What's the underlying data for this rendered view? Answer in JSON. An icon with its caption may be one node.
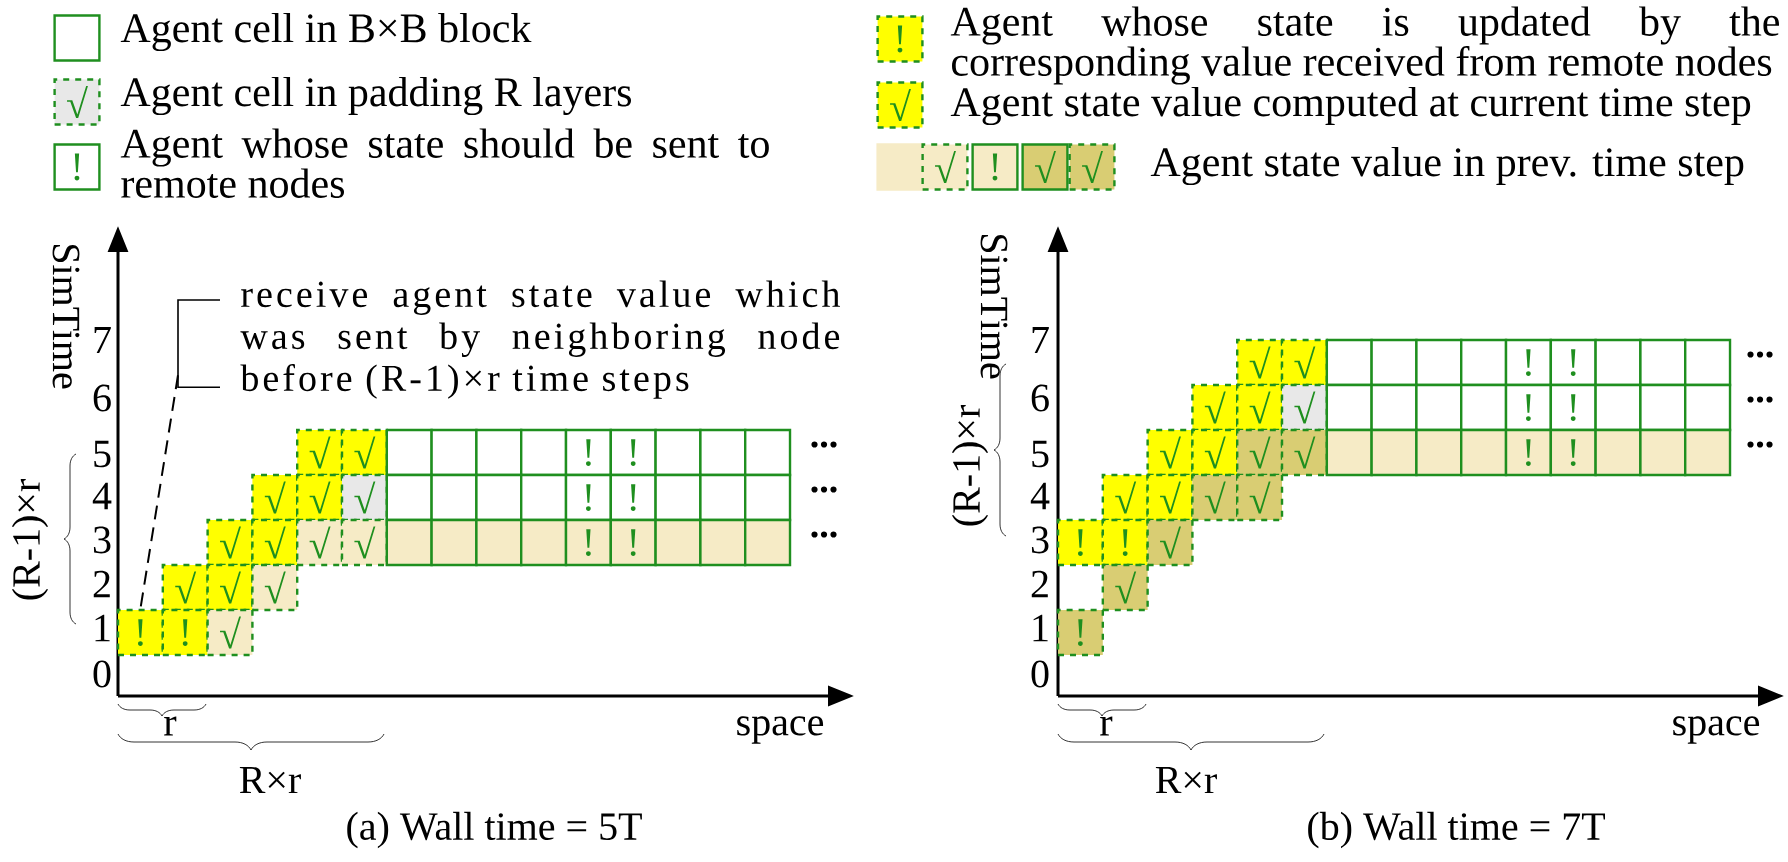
{
  "diagram": {
    "nodes": [
      {
        "text": [
          "receive agent state value which was sent by neighboring node before (R-1)×r  time steps"
        ]
      },
      {
        "text": [
          "√"
        ]
      },
      {
        "text": [
          "√"
        ]
      },
      {
        "text": [],
        "shape": "box"
      },
      {
        "text": [],
        "shape": "box"
      },
      {
        "text": [],
        "shape": "box"
      },
      {
        "text": [],
        "shape": "box"
      },
      {
        "text": [
          "!"
        ]
      },
      {
        "text": [
          "!"
        ]
      },
      {
        "text": [],
        "shape": "box"
      },
      {
        "text": [],
        "shape": "box"
      },
      {
        "text": [],
        "shape": "box"
      },
      {
        "text": [
          "√"
        ]
      },
      {
        "text": [
          "√"
        ]
      },
      {
        "text": [
          "√"
        ]
      },
      {
        "text": [],
        "shape": "box"
      },
      {
        "text": [],
        "shape": "box"
      },
      {
        "text": [],
        "shape": "box"
      },
      {
        "text": [],
        "shape": "box"
      },
      {
        "text": [
          "!"
        ]
      },
      {
        "text": [
          "!"
        ]
      },
      {
        "text": [],
        "shape": "box"
      },
      {
        "text": [],
        "shape": "box"
      },
      {
        "text": [],
        "shape": "box"
      },
      {
        "text": [
          "√"
        ]
      },
      {
        "text": [
          "√"
        ]
      },
      {
        "text": [
          "√"
        ]
      },
      {
        "text": [
          "√"
        ]
      },
      {
        "text": [],
        "shape": "box"
      },
      {
        "text": [],
        "shape": "box"
      },
      {
        "text": [],
        "shape": "box"
      },
      {
        "text": [],
        "shape": "box"
      },
      {
        "text": [
          "!"
        ]
      },
      {
        "text": [
          "!"
        ]
      },
      {
        "text": [],
        "shape": "box"
      },
      {
        "text": [],
        "shape": "box"
      },
      {
        "text": [],
        "shape": "box"
      },
      {
        "text": [
          "√"
        ]
      },
      {
        "text": [
          "√"
        ]
      },
      {
        "text": [
          "√"
        ]
      },
      {
        "text": [
          "!"
        ]
      },
      {
        "text": [
          "!"
        ]
      },
      {
        "text": [
          "√"
        ]
      },
      {
        "text": [
          "√"
        ]
      },
      {
        "text": [
          "√"
        ]
      },
      {
        "text": [],
        "shape": "box"
      },
      {
        "text": [],
        "shape": "box"
      },
      {
        "text": [],
        "shape": "box"
      },
      {
        "text": [],
        "shape": "box"
      },
      {
        "text": [
          "!"
        ]
      },
      {
        "text": [
          "!"
        ]
      },
      {
        "text": [],
        "shape": "box"
      },
      {
        "text": [],
        "shape": "box"
      },
      {
        "text": [],
        "shape": "box"
      },
      {
        "text": [
          "√"
        ]
      },
      {
        "text": [
          "√"
        ]
      },
      {
        "text": [
          "√"
        ]
      },
      {
        "text": [],
        "shape": "box"
      },
      {
        "text": [],
        "shape": "box"
      },
      {
        "text": [],
        "shape": "box"
      },
      {
        "text": [],
        "shape": "box"
      },
      {
        "text": [
          "!"
        ]
      },
      {
        "text": [
          "!"
        ]
      },
      {
        "text": [],
        "shape": "box"
      },
      {
        "text": [],
        "shape": "box"
      },
      {
        "text": [],
        "shape": "box"
      },
      {
        "text": [
          "√"
        ]
      },
      {
        "text": [
          "√"
        ]
      },
      {
        "text": [
          "√"
        ]
      },
      {
        "text": [
          "√"
        ]
      },
      {
        "text": [],
        "shape": "box"
      },
      {
        "text": [],
        "shape": "box"
      },
      {
        "text": [],
        "shape": "box"
      },
      {
        "text": [],
        "shape": "box"
      },
      {
        "text": [
          "!"
        ]
      },
      {
        "text": [
          "!"
        ]
      },
      {
        "text": [],
        "shape": "box"
      },
      {
        "text": [],
        "shape": "box"
      },
      {
        "text": [],
        "shape": "box"
      },
      {
        "text": [
          "√"
        ]
      },
      {
        "text": [
          "√"
        ]
      },
      {
        "text": [
          "√"
        ]
      },
      {
        "text": [
          "√"
        ]
      },
      {
        "text": [
          "!"
        ]
      },
      {
        "text": [
          "!"
        ]
      },
      {
        "text": [
          "√"
        ]
      },
      {
        "text": [
          "√"
        ]
      },
      {
        "text": [
          "!"
        ]
      }
    ],
    "edges": [
      {
        "from": 0,
        "to": 40,
        "arrow": "none",
        "style": "dashed"
      }
    ],
    "labels": [
      "√",
      "!",
      "!",
      "√",
      "√",
      "!",
      "√",
      "√",
      "SimTime",
      "7",
      "6",
      "5",
      "4",
      "3",
      "2",
      "1",
      "0",
      "(R-1)×r",
      "...",
      "...",
      "...",
      "space",
      "r",
      "R×r",
      "(a) Wall time = 5T",
      "SimTime",
      "7",
      "6",
      "5",
      "4",
      "3",
      "2",
      "1",
      "0",
      "(R-1)×r",
      "...",
      "...",
      "...",
      "space",
      "r",
      "R×r",
      "(b) Wall time = 7T"
    ],
    "legend": [
      {
        "text": "Agent cell in B×B block"
      },
      {
        "text": "Agent cell in padding R layers"
      },
      {
        "text": "Agent whose state should be sent to remote nodes"
      },
      {
        "text": "Agent whose state is updated by the corresponding value received from remote nodes"
      },
      {
        "text": "Agent state value computed at current time step"
      },
      {
        "text": "Agent state value in prev. time step"
      }
    ]
  }
}
